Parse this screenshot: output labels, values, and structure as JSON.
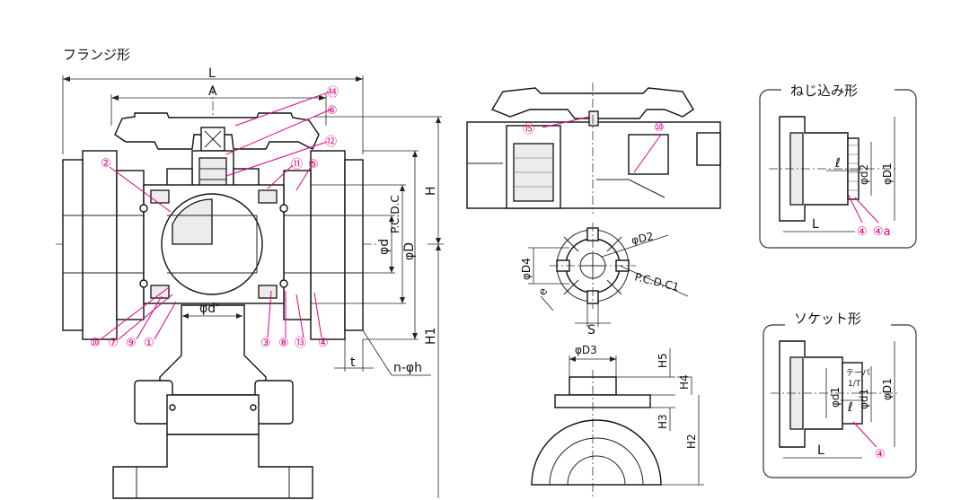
{
  "titles": {
    "flange": "フランジ形",
    "screw": "ねじ込み形",
    "socket": "ソケット形"
  },
  "dims": {
    "L": "L",
    "A": "A",
    "H": "H",
    "H1": "H1",
    "pcdc": "P.C.D.C",
    "phi_d": "φd",
    "phi_D": "φD",
    "phi_d_prime": "φd'",
    "t": "t",
    "n_phi_h": "n-φh",
    "phi_D2": "φD2",
    "phi_D4": "φD4",
    "pcdc1": "P.C.D.C1",
    "e": "e",
    "S": "S",
    "phi_D3": "φD3",
    "H5": "H5",
    "H4": "H4",
    "H3": "H3",
    "H2": "H2",
    "screw_phi_d2": "φd2",
    "screw_phi_D1": "φD1",
    "screw_l": "ℓ",
    "screw_L": "L",
    "socket_phi_d1": "φd1",
    "socket_taper": "テーパ",
    "socket_taper_ratio": "1/T",
    "socket_phi_D1": "φD1",
    "socket_l": "ℓ",
    "socket_L": "L"
  },
  "callouts": {
    "c14": "⑭",
    "c6": "⑥",
    "c12": "⑫",
    "c11": "⑪",
    "c5": "⑤",
    "c2": "②",
    "c10": "⑩",
    "c7": "⑦",
    "c9": "⑨",
    "c1": "①",
    "c3": "③",
    "c8": "⑧",
    "c13": "⑬",
    "c4": "④",
    "c15": "⑮",
    "c10b": "⑩",
    "screw_c4": "④",
    "screw_c4a": "④a",
    "socket_c4": "④"
  },
  "colors": {
    "callout": "#e4007f",
    "line": "#111111"
  }
}
